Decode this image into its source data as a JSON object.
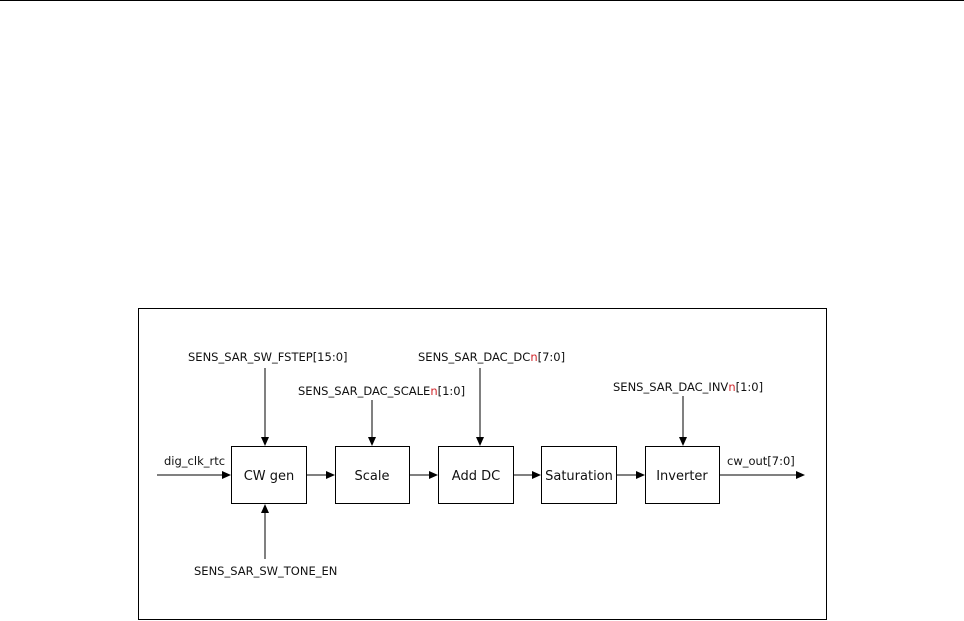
{
  "diagram": {
    "blocks": {
      "cw_gen": "CW gen",
      "scale": "Scale",
      "add_dc": "Add DC",
      "saturation": "Saturation",
      "inverter": "Inverter"
    },
    "signals": {
      "input_clk": "dig_clk_rtc",
      "output": "cw_out[7:0]",
      "fstep": "SENS_SAR_SW_FSTEP[15:0]",
      "tone_en": "SENS_SAR_SW_TONE_EN",
      "scale_prefix": "SENS_SAR_DAC_SCALE",
      "scale_n": "n",
      "scale_suffix": "[1:0]",
      "dc_prefix": "SENS_SAR_DAC_DC",
      "dc_n": "n",
      "dc_suffix": "[7:0]",
      "inv_prefix": "SENS_SAR_DAC_INV",
      "inv_n": "n",
      "inv_suffix": "[1:0]"
    },
    "colors": {
      "line": "#000000",
      "highlight": "#d0262a"
    }
  }
}
